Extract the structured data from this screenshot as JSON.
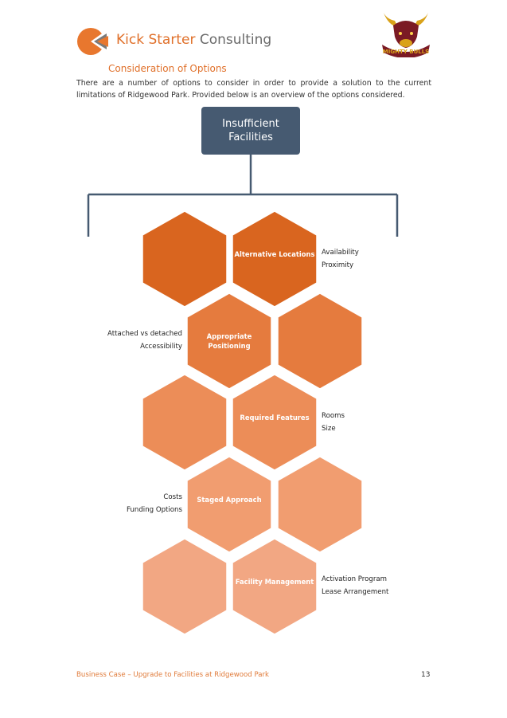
{
  "header": {
    "company_name_1": "Kick Starter",
    "company_name_2": " Consulting",
    "team_logo_text": "MIGHTY BULLS"
  },
  "document": {
    "section_title": "Consideration of Options",
    "intro_line1": "There are a number of options to consider in order to provide a solution to the current",
    "intro_line2": "limitations of Ridgewood Park. Provided below is an overview of the options considered."
  },
  "diagram": {
    "root": "Insufficient Facilities",
    "options": [
      {
        "label": "Alternative Locations",
        "notes": [
          "Availability",
          "Proximity"
        ],
        "note_side": "right"
      },
      {
        "label": "Appropriate Positioning",
        "notes": [
          "Attached vs detached",
          "Accessibility"
        ],
        "note_side": "left"
      },
      {
        "label": "Required Features",
        "notes": [
          "Rooms",
          "Size"
        ],
        "note_side": "right"
      },
      {
        "label": "Staged Approach",
        "notes": [
          "Costs",
          "Funding Options"
        ],
        "note_side": "left"
      },
      {
        "label": "Facility Management",
        "notes": [
          "Activation Program",
          "Lease Arrangement"
        ],
        "note_side": "right"
      }
    ],
    "colors": {
      "root": "#465a71",
      "connector": "#465a71",
      "row1": "#d9651f",
      "row2": "#e57b3e",
      "row3": "#ec8d58",
      "row4": "#f19d70",
      "row5": "#f2a783"
    }
  },
  "footer": {
    "text": "Business Case – Upgrade to Facilities at Ridgewood Park",
    "page_number": "13"
  }
}
